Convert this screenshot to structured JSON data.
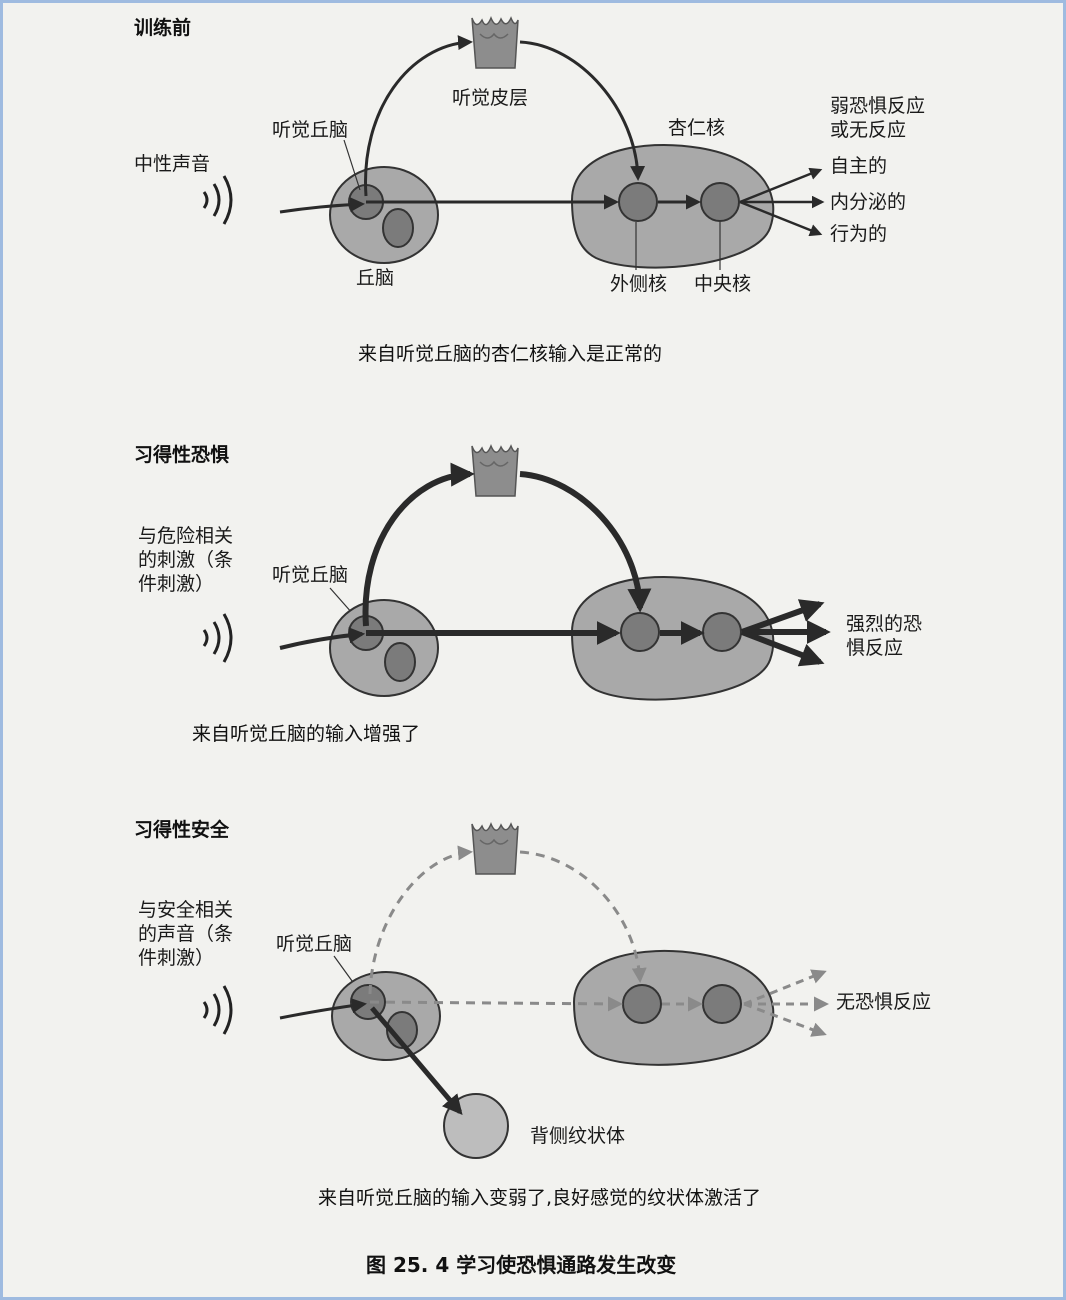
{
  "panel1": {
    "title": "训练前",
    "stimulus": "中性声音",
    "auditory_thalamus": "听觉丘脑",
    "thalamus": "丘脑",
    "auditory_cortex": "听觉皮层",
    "amygdala": "杏仁核",
    "lateral_nucleus": "外侧核",
    "central_nucleus": "中央核",
    "response_line1": "弱恐惧反应",
    "response_line2": "或无反应",
    "output1": "自主的",
    "output2": "内分泌的",
    "output3": "行为的",
    "caption": "来自听觉丘脑的杏仁核输入是正常的"
  },
  "panel2": {
    "title": "习得性恐惧",
    "stimulus_line1": "与危险相关",
    "stimulus_line2": "的刺激（条",
    "stimulus_line3": "件刺激）",
    "auditory_thalamus": "听觉丘脑",
    "response_line1": "强烈的恐",
    "response_line2": "惧反应",
    "caption": "来自听觉丘脑的输入增强了"
  },
  "panel3": {
    "title": "习得性安全",
    "stimulus_line1": "与安全相关",
    "stimulus_line2": "的声音（条",
    "stimulus_line3": "件刺激）",
    "auditory_thalamus": "听觉丘脑",
    "response": "无恐惧反应",
    "striatum": "背侧纹状体",
    "caption": "来自听觉丘脑的输入变弱了,良好感觉的纹状体激活了"
  },
  "figure_caption": "图 25. 4    学习使恐惧通路发生改变",
  "colors": {
    "blob_fill": "#a9a9a9",
    "nucleus_fill": "#7b7b7b",
    "arrow": "#2a2a2a",
    "dashed_arrow": "#8a8a8a",
    "frame": "#9fbbe0"
  }
}
